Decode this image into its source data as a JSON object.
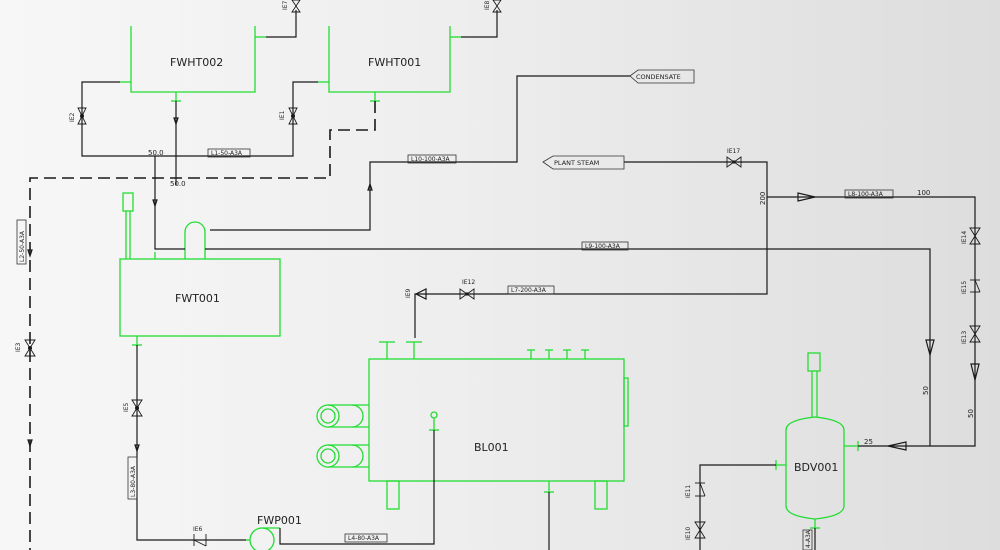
{
  "equipment": {
    "fwht002": "FWHT002",
    "fwht001": "FWHT001",
    "fwt001": "FWT001",
    "bl001": "BL001",
    "bdv001": "BDV001",
    "fwp001": "FWP001"
  },
  "terminals": {
    "condensate": "CONDENSATE",
    "plant_steam": "PLANT STEAM"
  },
  "line_labels": {
    "l1": "L1-50-A3A",
    "l2": "L2-50-A3A",
    "l3": "L3-80-A3A",
    "l4": "L4-80-A3A",
    "l7": "L7-200-A3A",
    "l8": "L8-100-A3A",
    "l9": "L9-100-A3A",
    "l10": "L10-100-A3A",
    "partial": "4-A3A"
  },
  "valve_tags": {
    "ie1": "IE1",
    "ie2": "IE2",
    "ie3": "IE3",
    "ie5": "IE5",
    "ie6": "IE6",
    "ie7": "IE7",
    "ie8": "IE8",
    "ie9": "IE9",
    "ie10": "IE10",
    "ie11": "IE11",
    "ie12": "IE12",
    "ie13": "IE13",
    "ie14": "IE14",
    "ie15": "IE15",
    "ie17": "IE17"
  },
  "sizes": {
    "s50a": "50.0",
    "s50b": "50.0",
    "s200": "200",
    "s100": "100",
    "s50c": "50",
    "s50d": "50",
    "s25": "25"
  }
}
